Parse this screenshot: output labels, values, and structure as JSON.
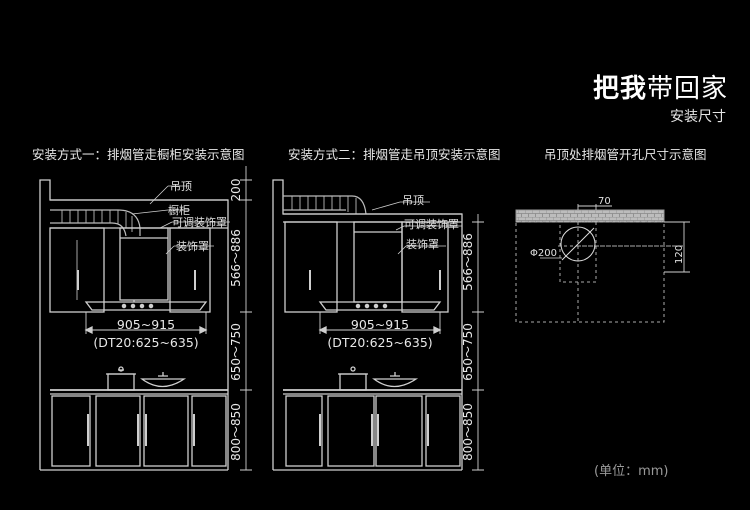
{
  "header": {
    "title_bold": "把我",
    "title_light": "带回家",
    "subtitle": "安装尺寸"
  },
  "captions": {
    "method1": "安装方式一：排烟管走橱柜安装示意图",
    "method2": "安装方式二：排烟管走吊顶安装示意图",
    "ceiling_hole": "吊顶处排烟管开孔尺寸示意图"
  },
  "labels": {
    "ceiling": "吊顶",
    "cabinet": "橱柜",
    "adjustable_cover": "可调装饰罩",
    "decor_cover": "装饰罩"
  },
  "dimensions": {
    "ceiling_gap": "200",
    "upper_height": "566～886",
    "hood_height": "650～750",
    "counter_height": "800～850",
    "hood_width": "905~915",
    "hood_width_dt20": "(DT20:625~635)",
    "hole_offset": "70",
    "hole_depth": "120",
    "hole_diameter": "Φ200"
  },
  "footer": {
    "unit": "(单位：mm)"
  },
  "colors": {
    "background": "#000000",
    "line": "#cfcfcf",
    "text": "#e0e0e0"
  }
}
